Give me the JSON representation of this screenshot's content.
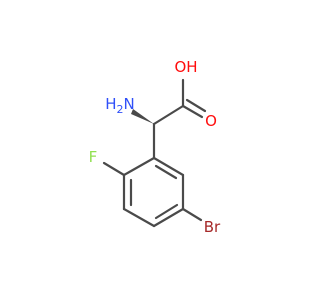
{
  "molecule": {
    "atoms": {
      "oh": {
        "label": "OH",
        "color": "#ff0d0d"
      },
      "carbonyl_o": {
        "label": "O",
        "color": "#ff0d0d"
      },
      "amine": {
        "label": "H",
        "subscript": "2",
        "suffix": "N",
        "color": "#3050f8"
      },
      "fluorine": {
        "label": "F",
        "color": "#90e050"
      },
      "bromine": {
        "label": "Br",
        "color": "#a62929"
      }
    },
    "bond_color": "#4a4a4a"
  }
}
